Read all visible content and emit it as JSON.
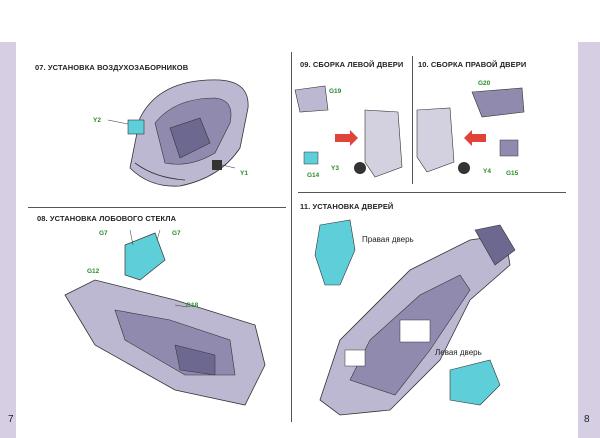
{
  "pages": {
    "left_number": "7",
    "right_number": "8"
  },
  "steps": [
    {
      "title": "07. УСТАНОВКА ВОЗДУХОЗАБОРНИКОВ",
      "parts": [
        "Y2",
        "Y1"
      ]
    },
    {
      "title": "08. УСТАНОВКА ЛОБОВОГО СТЕКЛА",
      "parts": [
        "G7",
        "G7",
        "G12",
        "G18"
      ]
    },
    {
      "title": "09. СБОРКА ЛЕВОЙ ДВЕРИ",
      "parts": [
        "G19",
        "G14",
        "Y3"
      ]
    },
    {
      "title": "10. СБОРКА ПРАВОЙ ДВЕРИ",
      "parts": [
        "G20",
        "Y4",
        "G15"
      ]
    },
    {
      "title": "11. УСТАНОВКА ДВЕРЕЙ",
      "labels": [
        "Правая дверь",
        "Левая дверь"
      ]
    }
  ],
  "colors": {
    "accent": "#d6cfe3",
    "glass": "#5ecfd9",
    "body": "#a9a5c4",
    "arrow": "#e0433a",
    "part_label": "#2b8a2b"
  }
}
